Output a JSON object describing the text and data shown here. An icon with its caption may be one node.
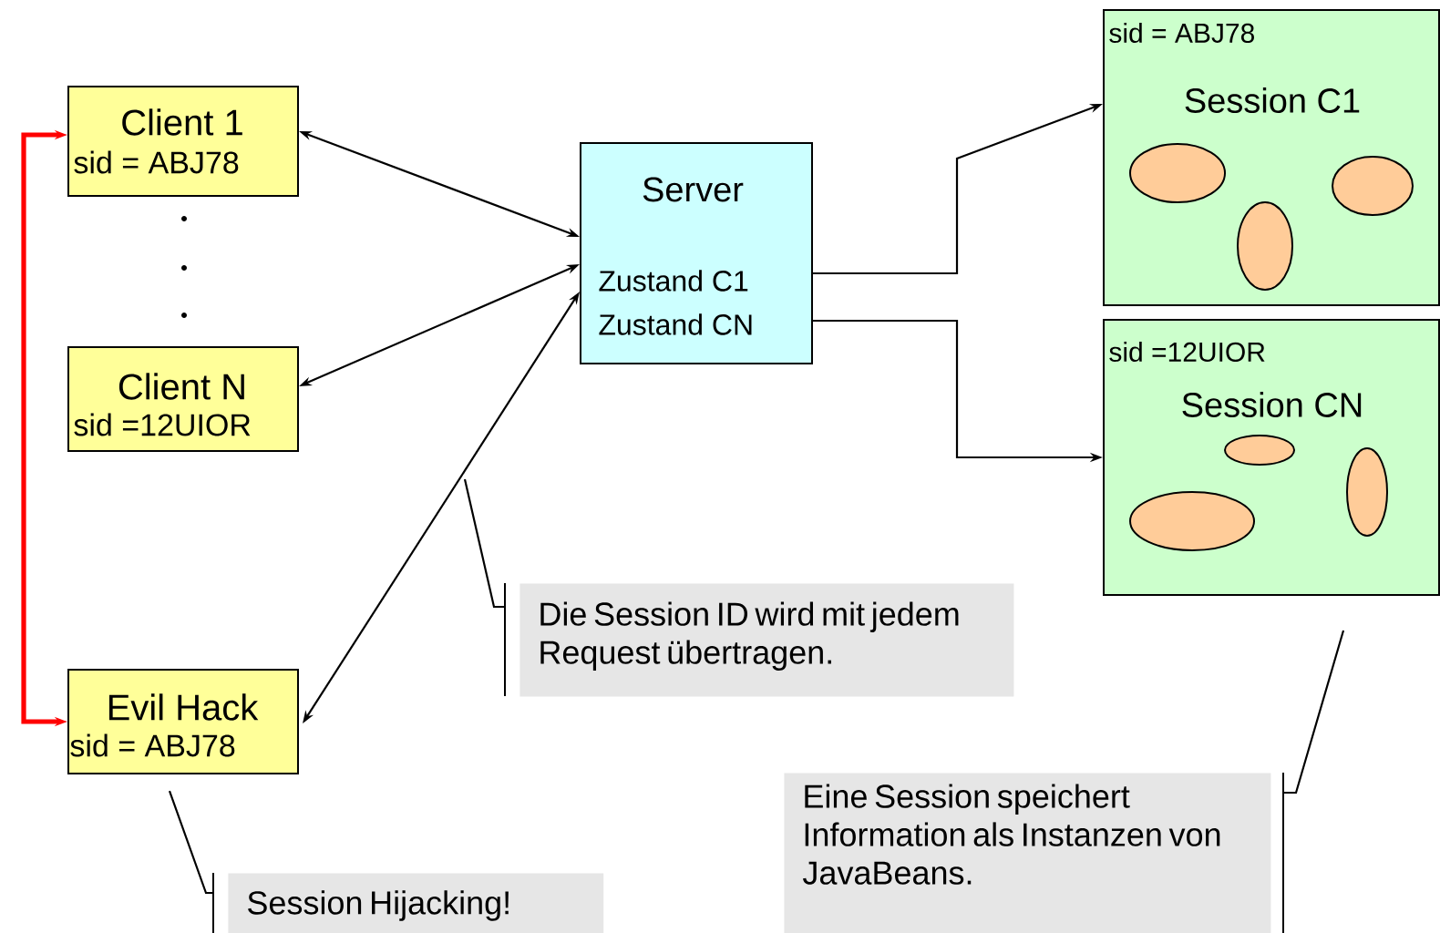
{
  "diagram": {
    "nodes": [
      {
        "text": [
          "Client 1",
          "sid = ABJ78"
        ]
      },
      {
        "text": [
          "Client N",
          "sid =12UIOR"
        ]
      },
      {
        "text": [
          "Evil Hack",
          "sid = ABJ78"
        ]
      },
      {
        "text": [
          "Server",
          "Zustand C1",
          "Zustand CN"
        ]
      },
      {
        "text": [
          "sid = ABJ78",
          "Session C1"
        ]
      },
      {
        "text": [
          "sid =12UIOR",
          "Session CN"
        ]
      },
      {
        "text": [
          "Die Session ID wird mit jedem Request übertragen."
        ]
      },
      {
        "text": [
          "Eine Session speichert Information als Instanzen von JavaBeans."
        ]
      },
      {
        "text": [
          "Session Hijacking!"
        ]
      }
    ],
    "edges": [
      {
        "from": 0,
        "to": 3,
        "arrow": "both"
      },
      {
        "from": 1,
        "to": 3,
        "arrow": "both"
      },
      {
        "from": 3,
        "to": 2,
        "arrow": "both"
      },
      {
        "from": 3,
        "to": 4,
        "arrow": "to"
      },
      {
        "from": 3,
        "to": 5,
        "arrow": "to"
      },
      {
        "from": 2,
        "to": 0,
        "arrow": "both",
        "style": "thick",
        "color": "#ff0000"
      },
      {
        "from": 6,
        "to": null,
        "arrow": "none"
      },
      {
        "from": 7,
        "to": 5,
        "arrow": "none"
      },
      {
        "from": 8,
        "to": 2,
        "arrow": "none"
      }
    ]
  }
}
